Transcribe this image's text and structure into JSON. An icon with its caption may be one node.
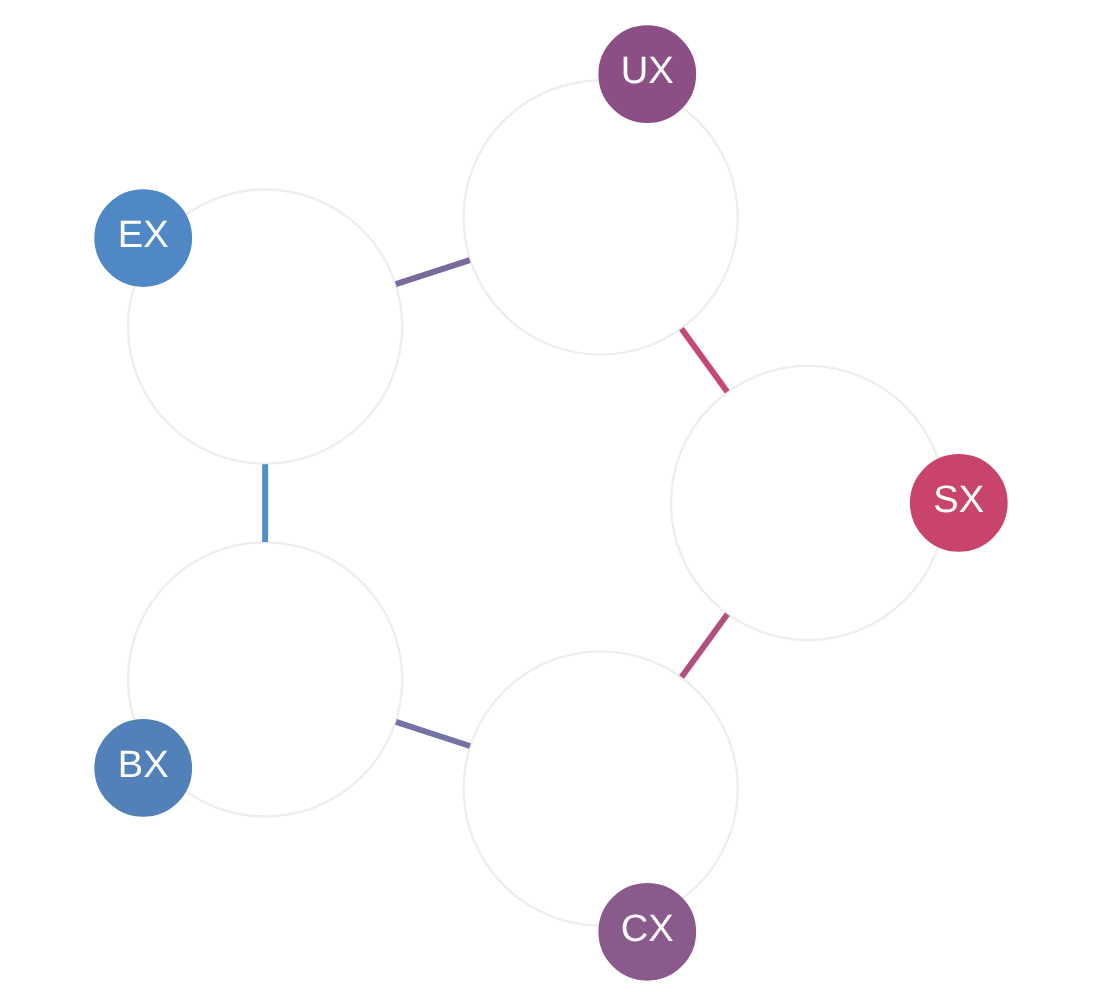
{
  "diagram": {
    "nodes": [
      {
        "text": [],
        "shape": "circle"
      },
      {
        "text": [],
        "shape": "circle"
      },
      {
        "text": [],
        "shape": "circle"
      },
      {
        "text": [],
        "shape": "circle"
      },
      {
        "text": [],
        "shape": "circle"
      },
      {
        "text": [
          "CX"
        ]
      },
      {
        "text": [
          "BX"
        ]
      },
      {
        "text": [
          "EX"
        ]
      },
      {
        "text": [
          "UX"
        ]
      },
      {
        "text": [
          "SX"
        ]
      }
    ],
    "edges": [
      {
        "from": 0,
        "to": 1,
        "arrow": "none",
        "color": "#7474a4"
      },
      {
        "from": 1,
        "to": 2,
        "arrow": "none",
        "color": "#4f8fcc"
      },
      {
        "from": 2,
        "to": 3,
        "arrow": "none",
        "color": "#7a6a9c"
      },
      {
        "from": 3,
        "to": 4,
        "arrow": "none",
        "color": "#c44a70"
      },
      {
        "from": 4,
        "to": 0,
        "arrow": "none",
        "color": "#b0507e"
      }
    ]
  }
}
